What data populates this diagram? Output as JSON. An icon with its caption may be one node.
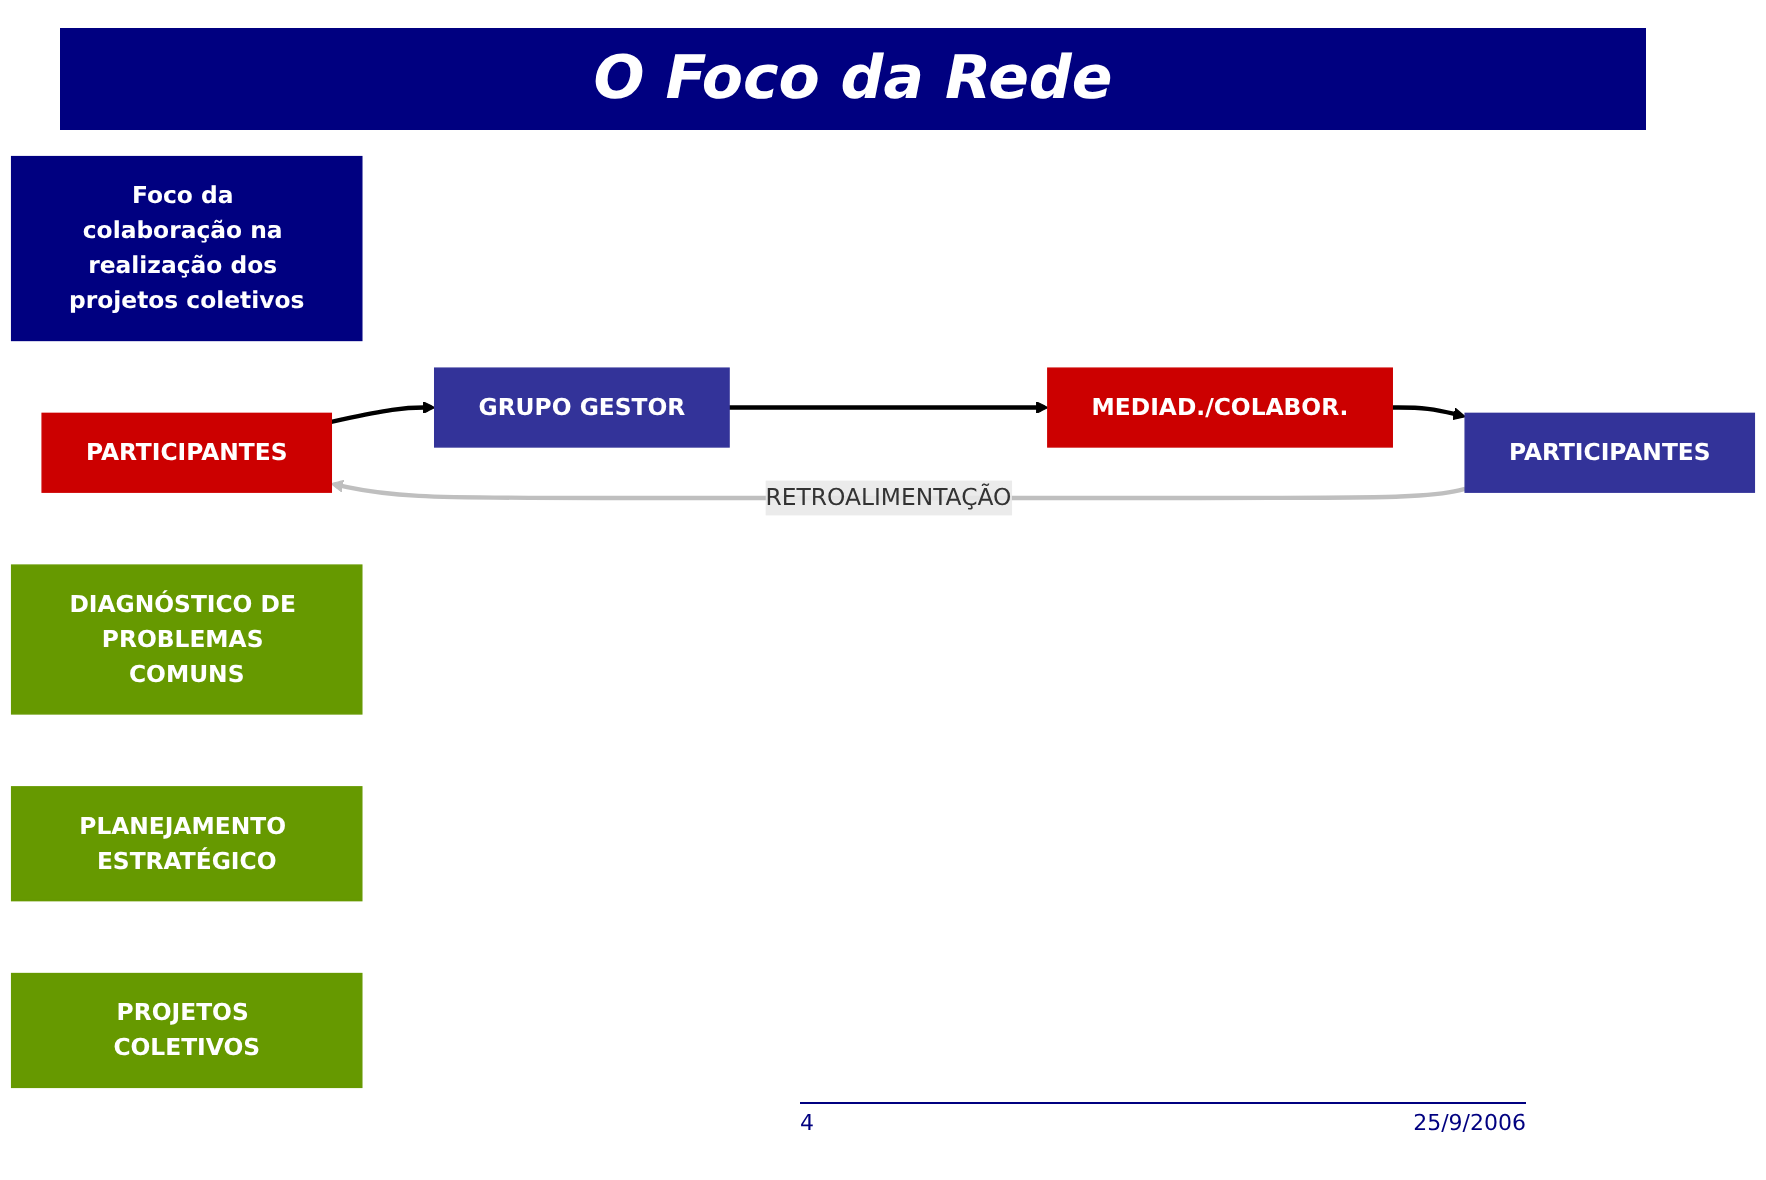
{
  "diagram": {
    "title": "O Foco da Rede",
    "nodes": [
      {
        "text": [
          "Foco da colaboração na realização dos projetos coletivos"
        ]
      },
      {
        "text": [
          "PARTICIPANTES"
        ]
      },
      {
        "text": [
          "DIAGNÓSTICO DE PROBLEMAS COMUNS"
        ]
      },
      {
        "text": [
          "GRUPO GESTOR"
        ]
      },
      {
        "text": [
          "PLANEJAMENTO ESTRATÉGICO"
        ]
      },
      {
        "text": [
          "MEDIAD./COLABOR."
        ]
      },
      {
        "text": [
          "PROJETOS COLETIVOS"
        ]
      },
      {
        "text": [
          "PARTICIPANTES"
        ]
      }
    ],
    "edges": [
      {
        "from": 1,
        "to": 3,
        "arrow": "to"
      },
      {
        "from": 3,
        "to": 5,
        "arrow": "to"
      },
      {
        "from": 5,
        "to": 7,
        "arrow": "to"
      },
      {
        "from": 7,
        "to": 1,
        "arrow": "to",
        "label": "RETROALIMENTAÇÃO",
        "color": "#bfbfbf"
      }
    ],
    "labels": [
      "4",
      "25/9/2006"
    ]
  }
}
